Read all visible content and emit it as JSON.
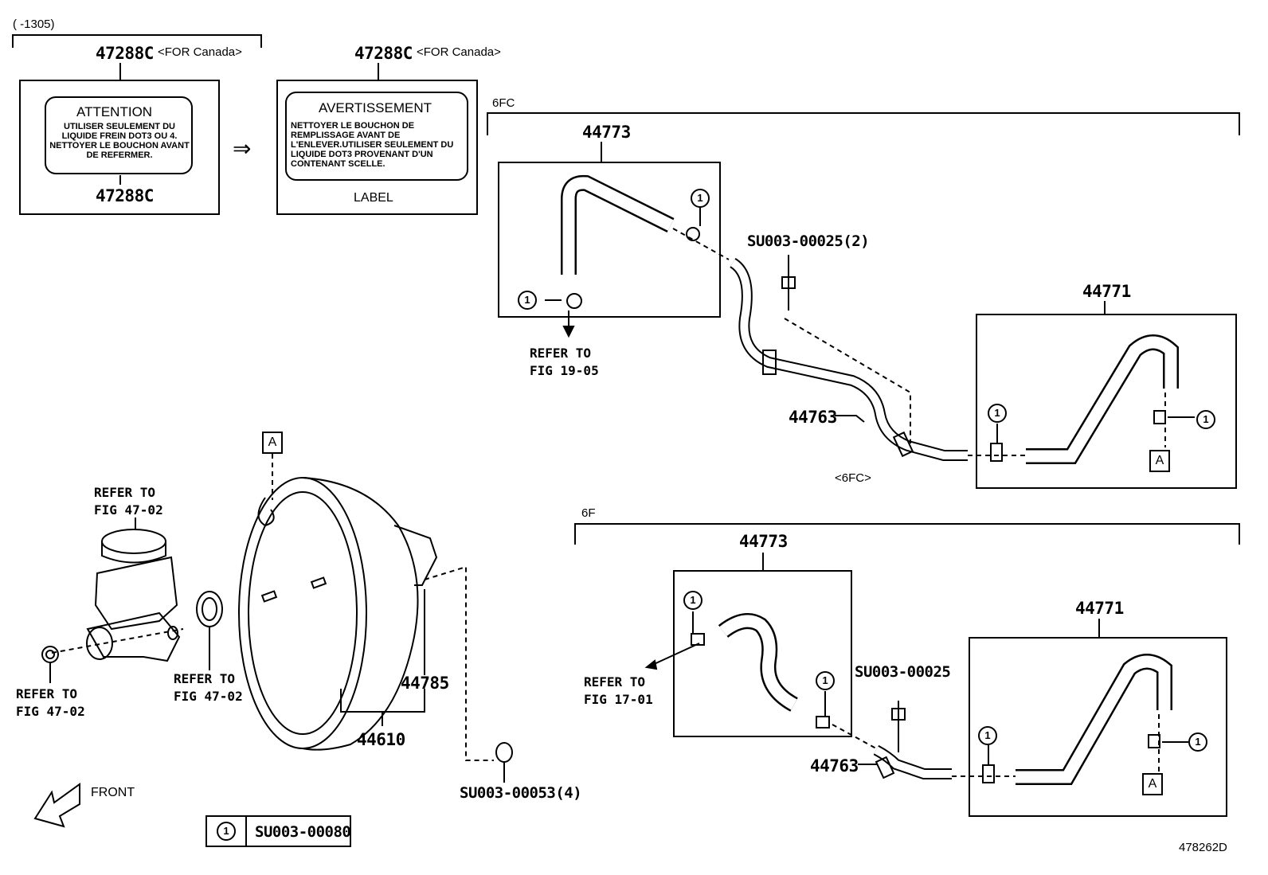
{
  "top_left": {
    "date_range": "(     -1305)",
    "part_for_canada_1": "47288C",
    "for_canada_1": "<FOR Canada>",
    "label1_title": "ATTENTION",
    "label1_text": "UTILISER SEULEMENT DU LIQUIDE FREIN DOT3 OU 4. NETTOYER LE BOUCHON AVANT DE REFERMER.",
    "label1_part": "47288C",
    "arrow": "⇒",
    "part_for_canada_2": "47288C",
    "for_canada_2": "<FOR Canada>",
    "label2_title": "AVERTISSEMENT",
    "label2_text": "NETTOYER LE BOUCHON DE REMPLISSAGE AVANT DE L'ENLEVER.UTILISER SEULEMENT DU LIQUIDE DOT3 PROVENANT D'UN CONTENANT SCELLE.",
    "label2_caption": "LABEL"
  },
  "group_6fc": {
    "tag": "6FC",
    "p44773": "44773",
    "refer_fig_19": "REFER TO\nFIG 19-05",
    "su_bolt": "SU003-00025(2)",
    "p44771": "44771",
    "p44763": "44763",
    "variant": "<6FC>"
  },
  "group_6f": {
    "tag": "6F",
    "p44773": "44773",
    "refer_fig_17": "REFER TO\nFIG 17-01",
    "su_bolt": "SU003-00025",
    "p44771": "44771",
    "p44763": "44763"
  },
  "booster": {
    "refer_fig_47_a": "REFER TO\nFIG 47-02",
    "refer_fig_47_b": "REFER TO\nFIG 47-02",
    "refer_fig_47_c": "REFER TO\nFIG 47-02",
    "p44785": "44785",
    "p44610": "44610",
    "su_nut": "SU003-00053(4)",
    "front": "FRONT",
    "marker_a": "A"
  },
  "legend": {
    "num": "1",
    "part": "SU003-00080"
  },
  "circle_num": "1",
  "marker_a": "A",
  "illustration_id": "478262D"
}
